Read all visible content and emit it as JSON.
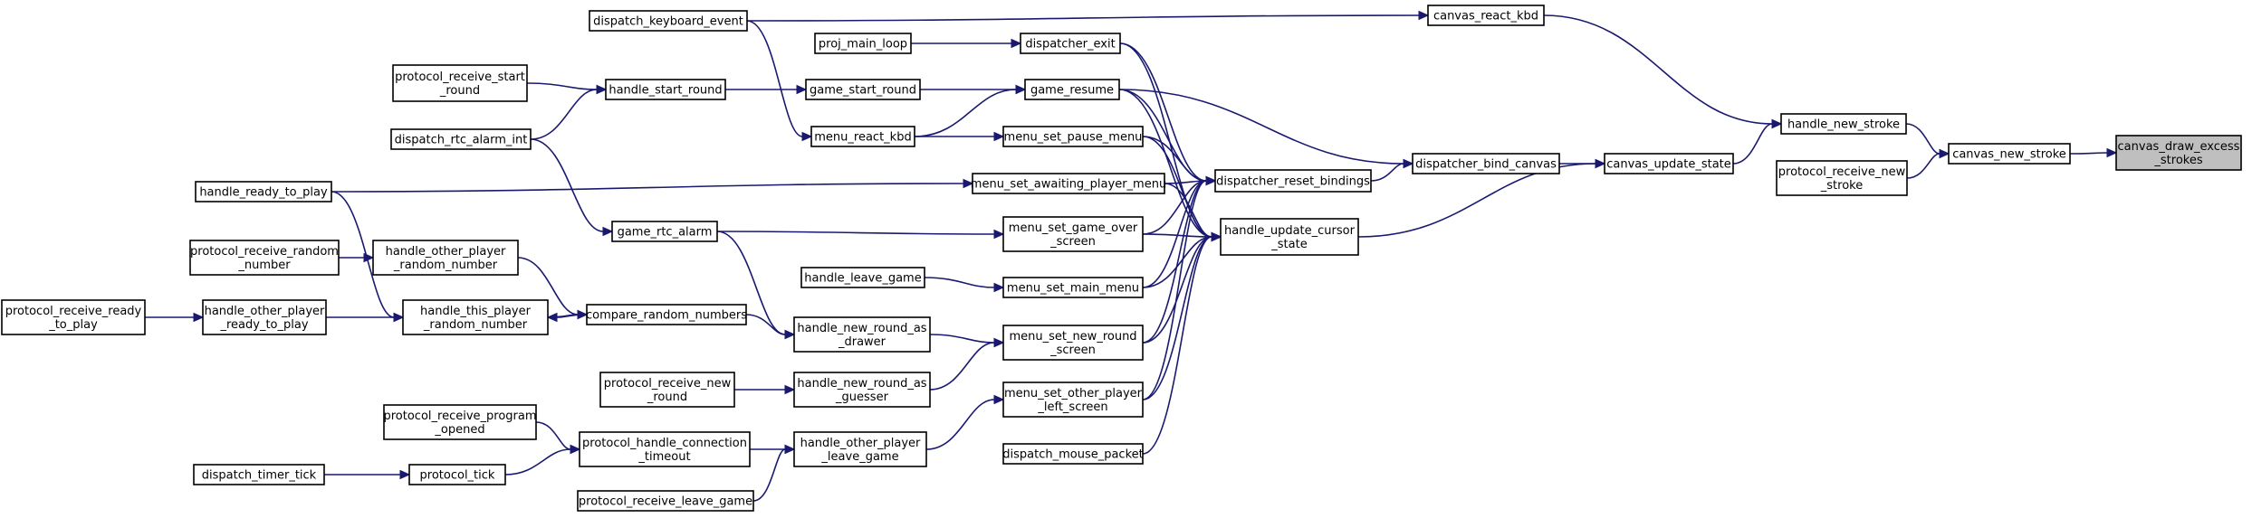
{
  "nodes": [
    {
      "id": "canvas_draw_excess_strokes",
      "lines": [
        "canvas_draw_excess",
        "_strokes"
      ],
      "root": true
    },
    {
      "id": "canvas_new_stroke",
      "lines": [
        "canvas_new_stroke"
      ]
    },
    {
      "id": "handle_new_stroke",
      "lines": [
        "handle_new_stroke"
      ]
    },
    {
      "id": "protocol_receive_new_stroke",
      "lines": [
        "protocol_receive_new",
        "_stroke"
      ]
    },
    {
      "id": "canvas_update_state",
      "lines": [
        "canvas_update_state"
      ]
    },
    {
      "id": "canvas_react_kbd",
      "lines": [
        "canvas_react_kbd"
      ]
    },
    {
      "id": "dispatcher_bind_canvas",
      "lines": [
        "dispatcher_bind_canvas"
      ]
    },
    {
      "id": "handle_update_cursor_state",
      "lines": [
        "handle_update_cursor",
        "_state"
      ]
    },
    {
      "id": "dispatcher_reset_bindings",
      "lines": [
        "dispatcher_reset_bindings"
      ]
    },
    {
      "id": "dispatch_keyboard_event",
      "lines": [
        "dispatch_keyboard_event"
      ]
    },
    {
      "id": "dispatcher_exit",
      "lines": [
        "dispatcher_exit"
      ]
    },
    {
      "id": "proj_main_loop",
      "lines": [
        "proj_main_loop"
      ]
    },
    {
      "id": "game_resume",
      "lines": [
        "game_resume"
      ]
    },
    {
      "id": "game_start_round",
      "lines": [
        "game_start_round"
      ]
    },
    {
      "id": "menu_react_kbd",
      "lines": [
        "menu_react_kbd"
      ]
    },
    {
      "id": "handle_start_round",
      "lines": [
        "handle_start_round"
      ]
    },
    {
      "id": "protocol_receive_start_round",
      "lines": [
        "protocol_receive_start",
        "_round"
      ]
    },
    {
      "id": "dispatch_rtc_alarm_int",
      "lines": [
        "dispatch_rtc_alarm_int"
      ]
    },
    {
      "id": "menu_set_pause_menu",
      "lines": [
        "menu_set_pause_menu"
      ]
    },
    {
      "id": "menu_set_awaiting_player_menu",
      "lines": [
        "menu_set_awaiting_player_menu"
      ]
    },
    {
      "id": "handle_ready_to_play",
      "lines": [
        "handle_ready_to_play"
      ]
    },
    {
      "id": "menu_set_game_over_screen",
      "lines": [
        "menu_set_game_over",
        "_screen"
      ]
    },
    {
      "id": "game_rtc_alarm",
      "lines": [
        "game_rtc_alarm"
      ]
    },
    {
      "id": "menu_set_main_menu",
      "lines": [
        "menu_set_main_menu"
      ]
    },
    {
      "id": "handle_leave_game",
      "lines": [
        "handle_leave_game"
      ]
    },
    {
      "id": "menu_set_new_round_screen",
      "lines": [
        "menu_set_new_round",
        "_screen"
      ]
    },
    {
      "id": "handle_new_round_as_drawer",
      "lines": [
        "handle_new_round_as",
        "_drawer"
      ]
    },
    {
      "id": "handle_new_round_as_guesser",
      "lines": [
        "handle_new_round_as",
        "_guesser"
      ]
    },
    {
      "id": "protocol_receive_new_round",
      "lines": [
        "protocol_receive_new",
        "_round"
      ]
    },
    {
      "id": "menu_set_other_player_left_screen",
      "lines": [
        "menu_set_other_player",
        "_left_screen"
      ]
    },
    {
      "id": "handle_other_player_leave_game",
      "lines": [
        "handle_other_player",
        "_leave_game"
      ]
    },
    {
      "id": "dispatch_mouse_packet",
      "lines": [
        "dispatch_mouse_packet"
      ]
    },
    {
      "id": "compare_random_numbers",
      "lines": [
        "compare_random_numbers"
      ]
    },
    {
      "id": "handle_other_player_random_number",
      "lines": [
        "handle_other_player",
        "_random_number"
      ]
    },
    {
      "id": "protocol_receive_random_number",
      "lines": [
        "protocol_receive_random",
        "_number"
      ]
    },
    {
      "id": "handle_this_player_random_number",
      "lines": [
        "handle_this_player",
        "_random_number"
      ]
    },
    {
      "id": "handle_other_player_ready_to_play",
      "lines": [
        "handle_other_player",
        "_ready_to_play"
      ]
    },
    {
      "id": "protocol_receive_ready_to_play",
      "lines": [
        "protocol_receive_ready",
        "_to_play"
      ]
    },
    {
      "id": "protocol_handle_connection_timeout",
      "lines": [
        "protocol_handle_connection",
        "_timeout"
      ]
    },
    {
      "id": "protocol_receive_program_opened",
      "lines": [
        "protocol_receive_program",
        "_opened"
      ]
    },
    {
      "id": "protocol_tick",
      "lines": [
        "protocol_tick"
      ]
    },
    {
      "id": "dispatch_timer_tick",
      "lines": [
        "dispatch_timer_tick"
      ]
    },
    {
      "id": "protocol_receive_leave_game",
      "lines": [
        "protocol_receive_leave_game"
      ]
    }
  ],
  "edges": [
    {
      "from": "canvas_new_stroke",
      "to": "canvas_draw_excess_strokes"
    },
    {
      "from": "handle_new_stroke",
      "to": "canvas_new_stroke"
    },
    {
      "from": "protocol_receive_new_stroke",
      "to": "canvas_new_stroke"
    },
    {
      "from": "canvas_react_kbd",
      "to": "handle_new_stroke"
    },
    {
      "from": "canvas_update_state",
      "to": "handle_new_stroke"
    },
    {
      "from": "dispatch_keyboard_event",
      "to": "canvas_react_kbd"
    },
    {
      "from": "dispatcher_bind_canvas",
      "to": "canvas_update_state"
    },
    {
      "from": "handle_update_cursor_state",
      "to": "canvas_update_state"
    },
    {
      "from": "dispatcher_reset_bindings",
      "to": "dispatcher_bind_canvas"
    },
    {
      "from": "game_resume",
      "to": "dispatcher_bind_canvas"
    },
    {
      "from": "dispatcher_exit",
      "to": "dispatcher_reset_bindings"
    },
    {
      "from": "game_resume",
      "to": "dispatcher_reset_bindings"
    },
    {
      "from": "menu_set_pause_menu",
      "to": "dispatcher_reset_bindings"
    },
    {
      "from": "menu_set_awaiting_player_menu",
      "to": "dispatcher_reset_bindings"
    },
    {
      "from": "menu_set_game_over_screen",
      "to": "dispatcher_reset_bindings"
    },
    {
      "from": "menu_set_main_menu",
      "to": "dispatcher_reset_bindings"
    },
    {
      "from": "menu_set_new_round_screen",
      "to": "dispatcher_reset_bindings"
    },
    {
      "from": "menu_set_other_player_left_screen",
      "to": "dispatcher_reset_bindings"
    },
    {
      "from": "dispatcher_exit",
      "to": "handle_update_cursor_state"
    },
    {
      "from": "game_resume",
      "to": "handle_update_cursor_state"
    },
    {
      "from": "menu_set_pause_menu",
      "to": "handle_update_cursor_state"
    },
    {
      "from": "menu_set_awaiting_player_menu",
      "to": "handle_update_cursor_state"
    },
    {
      "from": "menu_set_game_over_screen",
      "to": "handle_update_cursor_state"
    },
    {
      "from": "menu_set_main_menu",
      "to": "handle_update_cursor_state"
    },
    {
      "from": "menu_set_new_round_screen",
      "to": "handle_update_cursor_state"
    },
    {
      "from": "menu_set_other_player_left_screen",
      "to": "handle_update_cursor_state"
    },
    {
      "from": "dispatch_mouse_packet",
      "to": "handle_update_cursor_state"
    },
    {
      "from": "proj_main_loop",
      "to": "dispatcher_exit"
    },
    {
      "from": "game_start_round",
      "to": "game_resume"
    },
    {
      "from": "menu_react_kbd",
      "to": "game_resume"
    },
    {
      "from": "handle_start_round",
      "to": "game_start_round"
    },
    {
      "from": "dispatch_keyboard_event",
      "to": "menu_react_kbd"
    },
    {
      "from": "protocol_receive_start_round",
      "to": "handle_start_round"
    },
    {
      "from": "dispatch_rtc_alarm_int",
      "to": "handle_start_round"
    },
    {
      "from": "menu_react_kbd",
      "to": "menu_set_pause_menu"
    },
    {
      "from": "handle_ready_to_play",
      "to": "menu_set_awaiting_player_menu"
    },
    {
      "from": "game_rtc_alarm",
      "to": "menu_set_game_over_screen"
    },
    {
      "from": "dispatch_rtc_alarm_int",
      "to": "game_rtc_alarm"
    },
    {
      "from": "handle_leave_game",
      "to": "menu_set_main_menu"
    },
    {
      "from": "handle_new_round_as_drawer",
      "to": "menu_set_new_round_screen"
    },
    {
      "from": "handle_new_round_as_guesser",
      "to": "menu_set_new_round_screen"
    },
    {
      "from": "game_rtc_alarm",
      "to": "handle_new_round_as_drawer"
    },
    {
      "from": "compare_random_numbers",
      "to": "handle_new_round_as_drawer"
    },
    {
      "from": "protocol_receive_new_round",
      "to": "handle_new_round_as_guesser"
    },
    {
      "from": "handle_other_player_leave_game",
      "to": "menu_set_other_player_left_screen"
    },
    {
      "from": "protocol_handle_connection_timeout",
      "to": "handle_other_player_leave_game"
    },
    {
      "from": "protocol_receive_leave_game",
      "to": "handle_other_player_leave_game"
    },
    {
      "from": "handle_other_player_random_number",
      "to": "compare_random_numbers"
    },
    {
      "from": "handle_this_player_random_number",
      "to": "compare_random_numbers"
    },
    {
      "from": "compare_random_numbers",
      "to": "handle_this_player_random_number"
    },
    {
      "from": "protocol_receive_random_number",
      "to": "handle_other_player_random_number"
    },
    {
      "from": "handle_ready_to_play",
      "to": "handle_this_player_random_number"
    },
    {
      "from": "handle_other_player_ready_to_play",
      "to": "handle_this_player_random_number"
    },
    {
      "from": "protocol_receive_ready_to_play",
      "to": "handle_other_player_ready_to_play"
    },
    {
      "from": "protocol_receive_program_opened",
      "to": "protocol_handle_connection_timeout"
    },
    {
      "from": "protocol_tick",
      "to": "protocol_handle_connection_timeout"
    },
    {
      "from": "dispatch_timer_tick",
      "to": "protocol_tick"
    }
  ]
}
